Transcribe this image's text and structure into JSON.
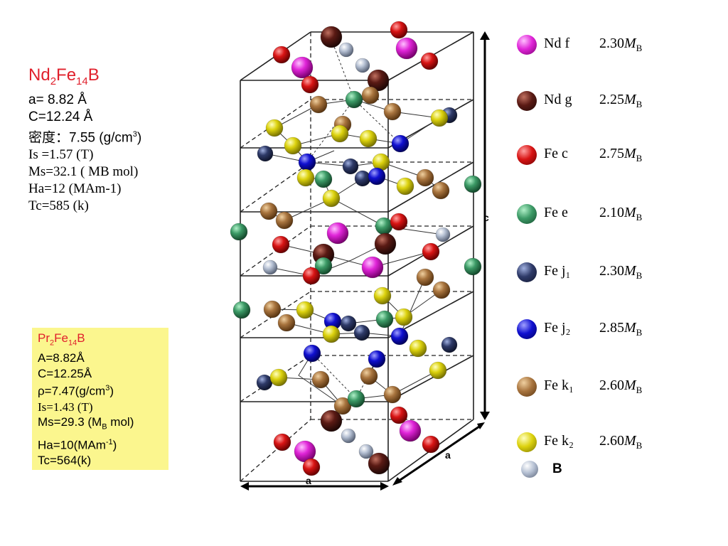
{
  "nd_block": {
    "title_main": "Nd",
    "title_sub1": "2",
    "title_mid": "Fe",
    "title_sub2": "14",
    "title_end": "B",
    "a": "a= 8.82  Å",
    "c": "C=12.24 Å",
    "density_prefix": "密度：7.55 (g/cm",
    "density_sup": "3",
    "density_suffix": ")",
    "is": "Is =1.57  (T)",
    "ms": "Ms=32.1 ( MB mol)",
    "ha": "Ha=12  (MAm-1)",
    "tc": "Tc=585 (k)"
  },
  "pr_block": {
    "title_main": "Pr",
    "title_sub1": "2",
    "title_mid": "Fe",
    "title_sub2": "14",
    "title_end": "B",
    "a": "A=8.82Å",
    "c": "C=12.25Å",
    "rho_prefix": "ρ=7.47(g/cm",
    "rho_sup": "3",
    "rho_suffix": ")",
    "is": "Is=1.43  (T)",
    "ms_prefix": "Ms=29.3 (M",
    "ms_sub": "B",
    "ms_suffix": " mol)",
    "ha_prefix": "Ha=10(MAm",
    "ha_sup": "-1",
    "ha_suffix": ")",
    "tc": "Tc=564(k)"
  },
  "diagram": {
    "label_c": "c",
    "label_a_bottom": "a",
    "label_a_side": "a"
  },
  "legend": [
    {
      "name": "Nd f",
      "value": "2.30",
      "unit": "M",
      "unit_sub": "B",
      "color": "#e025d8"
    },
    {
      "name": "Nd g",
      "value": "2.25",
      "unit": "M",
      "unit_sub": "B",
      "color": "#5a1a14"
    },
    {
      "name": "Fe c",
      "value": "2.75",
      "unit": "M",
      "unit_sub": "B",
      "color": "#d81414"
    },
    {
      "name": "Fe e",
      "value": "2.10",
      "unit": "M",
      "unit_sub": "B",
      "color": "#3c9a66"
    },
    {
      "name": "Fe j₁",
      "value": "2.30",
      "unit": "M",
      "unit_sub": "B",
      "color": "#2e3a68"
    },
    {
      "name": "Fe j₂",
      "value": "2.85",
      "unit": "M",
      "unit_sub": "B",
      "color": "#1010d0"
    },
    {
      "name": "Fe k₁",
      "value": "2.60",
      "unit": "M",
      "unit_sub": "B",
      "color": "#a8743e"
    },
    {
      "name": "Fe k₂",
      "value": "2.60",
      "unit": "M",
      "unit_sub": "B",
      "color": "#dcd20e"
    },
    {
      "name": "B",
      "value": "",
      "unit": "",
      "unit_sub": "",
      "color": "#b4bfd2"
    }
  ]
}
